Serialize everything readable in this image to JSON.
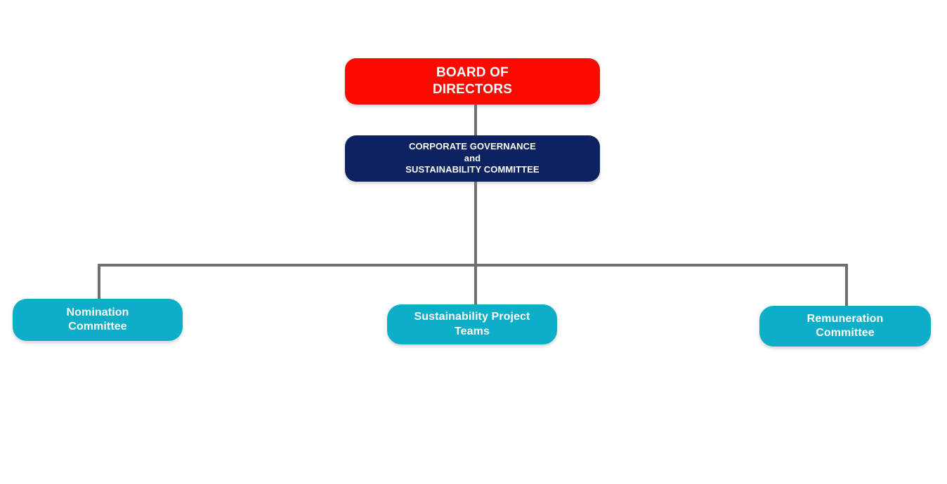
{
  "diagram": {
    "type": "organizational-chart",
    "title": "Corporate governance structure",
    "background_color": "#ffffff",
    "connector_color": "#6f6f6f",
    "nodes": [
      {
        "id": "board-of-directors",
        "label": "BOARD OF\nDIRECTORS",
        "level": 0,
        "fill_color": "#fa0a00",
        "text_color": "#ffffff"
      },
      {
        "id": "corporate-governance-and-sustainability-committee",
        "label": "CORPORATE GOVERNANCE\nand\nSUSTAINABILITY COMMITTEE",
        "level": 1,
        "fill_color": "#0d2361",
        "text_color": "#ffffff"
      },
      {
        "id": "nomination-committee",
        "label": "Nomination\nCommittee",
        "level": 2,
        "fill_color": "#0caec8",
        "text_color": "#ffffff"
      },
      {
        "id": "sustainability-project-teams",
        "label": "Sustainability Project\nTeams",
        "level": 2,
        "fill_color": "#0caec8",
        "text_color": "#ffffff"
      },
      {
        "id": "remuneration-committee",
        "label": "Remuneration\nCommittee",
        "level": 2,
        "fill_color": "#0caec8",
        "text_color": "#ffffff"
      }
    ],
    "edges": [
      {
        "from": "board-of-directors",
        "to": "corporate-governance-and-sustainability-committee"
      },
      {
        "from": "corporate-governance-and-sustainability-committee",
        "to": "nomination-committee"
      },
      {
        "from": "corporate-governance-and-sustainability-committee",
        "to": "sustainability-project-teams"
      },
      {
        "from": "corporate-governance-and-sustainability-committee",
        "to": "remuneration-committee"
      }
    ]
  }
}
